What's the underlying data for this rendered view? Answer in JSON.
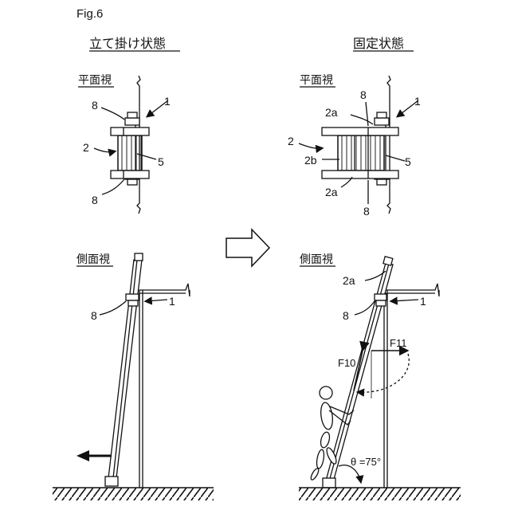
{
  "figure_label": "Fig.6",
  "left": {
    "title": "立て掛け状態",
    "plan_label": "平面視",
    "side_label": "側面視",
    "plan_refs": {
      "r1": "1",
      "r2": "2",
      "r5": "5",
      "r8_top": "8",
      "r8_bottom": "8"
    },
    "side_refs": {
      "r8": "8",
      "r1": "1"
    }
  },
  "right": {
    "title": "固定状態",
    "plan_label": "平面視",
    "side_label": "側面視",
    "plan_refs": {
      "r1": "1",
      "r2": "2",
      "r2a_top": "2a",
      "r2b": "2b",
      "r2a_bottom": "2a",
      "r5": "5",
      "r8_top": "8",
      "r8_bottom": "8"
    },
    "side_refs": {
      "r2a": "2a",
      "r8": "8",
      "r1": "1",
      "f10": "F10",
      "f11": "F11",
      "theta": "θ =75°"
    }
  }
}
